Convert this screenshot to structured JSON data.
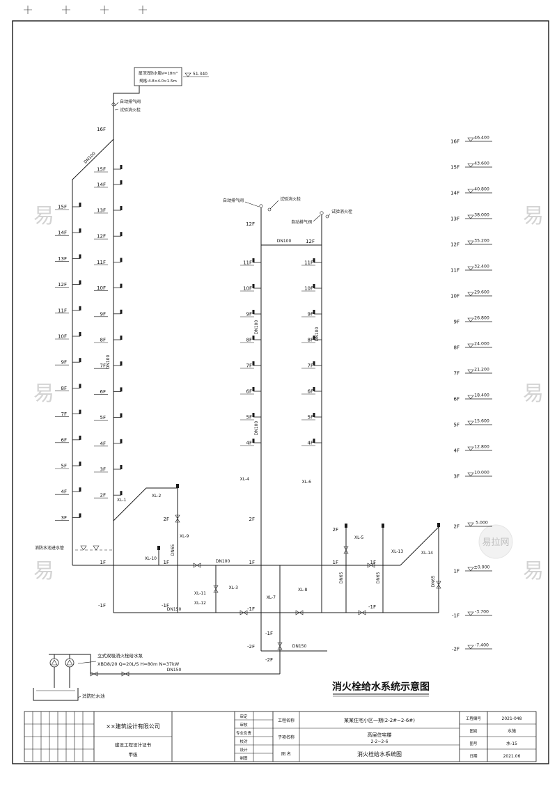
{
  "page": {
    "drawing_title": "消火栓给水系统示意图"
  },
  "roof_tank": {
    "line1": "屋顶消防水箱V=18m³",
    "line2": "规格:4.8×4.0×1.5m",
    "elevation": "51.340"
  },
  "elevation_ladder": {
    "floors": [
      "16F",
      "15F",
      "14F",
      "13F",
      "12F",
      "11F",
      "10F",
      "9F",
      "8F",
      "7F",
      "6F",
      "5F",
      "4F",
      "3F",
      "2F",
      "1F",
      "-1F",
      "-2F"
    ],
    "values": [
      "46.400",
      "43.600",
      "40.800",
      "38.000",
      "35.200",
      "32.400",
      "29.600",
      "26.800",
      "24.000",
      "21.200",
      "18.400",
      "15.600",
      "12.800",
      "10.000",
      "5.000",
      "±0.000",
      "-3.700",
      "-7.400"
    ]
  },
  "left_riser": {
    "top_floor": "16F",
    "inner_top": [
      "15F",
      "14F"
    ],
    "outer_floors": [
      "15F",
      "14F",
      "13F",
      "12F",
      "11F",
      "10F",
      "9F",
      "8F",
      "7F",
      "6F",
      "5F",
      "4F",
      "3F"
    ],
    "inner_floors": [
      "13F",
      "12F",
      "11F",
      "10F",
      "9F",
      "8F",
      "7F",
      "6F",
      "5F",
      "4F",
      "3F",
      "2F"
    ]
  },
  "middle_riser": {
    "top_floor": "12F",
    "floors": [
      "11F",
      "10F",
      "9F",
      "8F",
      "7F",
      "6F",
      "5F",
      "4F"
    ]
  },
  "right_riser": {
    "top_floor": "12F",
    "floors": [
      "11F",
      "10F",
      "9F",
      "8F",
      "7F",
      "6F",
      "5F",
      "4F"
    ]
  },
  "labels": {
    "auto_vent1": "自动排气阀",
    "test_hydrant1": "试验消火栓",
    "auto_vent2": "自动排气阀",
    "test_hydrant2": "试验消火栓",
    "auto_vent3": "自动排气阀",
    "test_hydrant3": "试验消火栓",
    "xl1": "XL-1",
    "xl2": "XL-2",
    "xl3": "XL-3",
    "xl4": "XL-4",
    "xl5": "XL-5",
    "xl6": "XL-6",
    "xl7": "XL-7",
    "xl8": "XL-8",
    "xl9": "XL-9",
    "xl10": "XL-10",
    "xl11": "XL-11",
    "xl12": "XL-12",
    "xl13": "XL-13",
    "xl14": "XL-14",
    "dn100_a": "DN100",
    "dn100_b": "DN100",
    "dn100_c": "DN100",
    "dn100_d": "DN100",
    "dn100_e": "DN100",
    "dn100_f": "DN100",
    "dn100_g": "DN100",
    "dn150_a": "DN150",
    "dn150_b": "DN150",
    "dn150_c": "DN150",
    "dn65_a": "DN65",
    "dn65_b": "DN65",
    "dn65_c": "DN65",
    "dn65_d": "DN65",
    "f2_a": "2F",
    "f2_b": "2F",
    "f2_c": "2F",
    "f1_a": "1F",
    "f1_b": "1F",
    "f1_c": "1F",
    "f1_d": "1F",
    "f1_e": "1F",
    "fm1_a": "-1F",
    "fm1_b": "-1F",
    "fm1_c": "-1F",
    "fm1_d": "-1F",
    "fm1_e": "-1F",
    "fm2_a": "-2F",
    "fm2_b": "-2F",
    "inlet": "消防水池进水管"
  },
  "pump_station": {
    "name": "立式双吸消火栓给水泵",
    "spec": "XBD8/20 Q=20L/S H=80m N=37kW",
    "reservoir": "消防贮水池"
  },
  "title_block": {
    "company": "××建筑设计有限公司",
    "certificate": "建设工程设计证书",
    "cert_grade": "甲级",
    "fields": {
      "shending": "审定",
      "shenhe": "审核",
      "zhuanye": "专业负责",
      "jiaodui": "校对",
      "sheji": "设计",
      "zhitu": "制图"
    },
    "name_label": "工程名称",
    "sub_label": "子项名称",
    "dwg_label": "图 名",
    "project_line1": "某某住宅小区一期(2-2#~2-6#)",
    "project_line2": "高层住宅楼",
    "project_line3": "2-2~2-6",
    "drawing_name": "消火栓给水系统图",
    "no_label": "工程编号",
    "no_value": "2021-048",
    "type_label": "图别",
    "type_value": "水施",
    "sheet_label": "图号",
    "sheet_value": "水-15",
    "date_label": "日期",
    "date_value": "2021.06"
  },
  "watermark": {
    "char": "易",
    "logo": "易拉网"
  }
}
